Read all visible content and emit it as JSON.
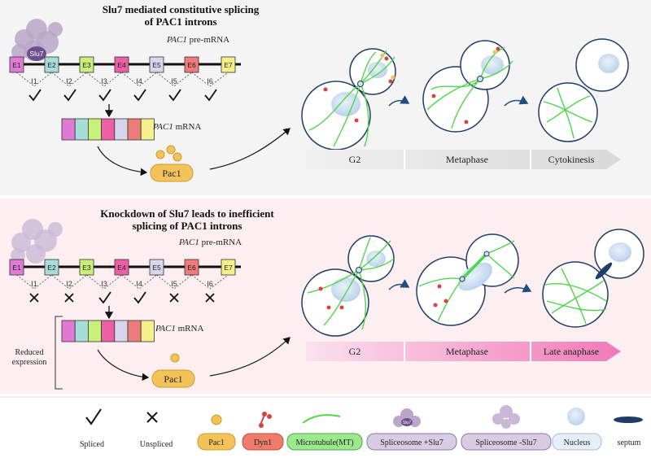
{
  "panel_normal": {
    "title_line1": "Slu7 mediated constitutive splicing",
    "title_line2": "of PAC1 introns",
    "premrna_gene": "PAC1",
    "premrna_suffix": "pre-mRNA",
    "mrna_gene": "PAC1",
    "mrna_suffix": "mRNA",
    "protein": "Pac1",
    "spliceosome_tag": "Slu7",
    "exons": [
      "E1",
      "E2",
      "E3",
      "E4",
      "E5",
      "E6",
      "E7"
    ],
    "introns": [
      "I1",
      "I2",
      "I3",
      "I4",
      "I5",
      "I6"
    ],
    "intron_marks": [
      "check",
      "check",
      "check",
      "check",
      "check",
      "check"
    ],
    "phases": [
      "G2",
      "Metaphase",
      "Cytokinesis"
    ]
  },
  "panel_knockdown": {
    "title_line1": "Knockdown of Slu7 leads to inefficient",
    "title_line2": "splicing of PAC1 introns",
    "premrna_gene": "PAC1",
    "premrna_suffix": "pre-mRNA",
    "mrna_gene": "PAC1",
    "mrna_suffix": "mRNA",
    "protein": "Pac1",
    "reduced_line1": "Reduced",
    "reduced_line2": "expression",
    "exons": [
      "E1",
      "E2",
      "E3",
      "E4",
      "E5",
      "E6",
      "E7"
    ],
    "introns": [
      "I1",
      "I2",
      "I3",
      "I4",
      "I5",
      "I6"
    ],
    "intron_marks": [
      "cross",
      "cross",
      "check",
      "check",
      "cross",
      "cross"
    ],
    "phases": [
      "G2",
      "Metaphase",
      "Late anaphase"
    ]
  },
  "legend": {
    "spliced": "Spliced",
    "unspliced": "Unspliced",
    "pac1": "Pac1",
    "dyn1": "Dyn1",
    "microtubule": "Microtubule(MT)",
    "spliceosome_plus": "Spliceosome +Slu7",
    "spliceosome_plus_tag": "Slu7",
    "spliceosome_minus": "Spliceosome -Slu7",
    "nucleus": "Nucleus",
    "septum": "septum"
  },
  "colors": {
    "exons": [
      "#e07ad6",
      "#a8dcd8",
      "#c9f07a",
      "#ee5fa6",
      "#d8d6ee",
      "#ef7b7b",
      "#f4f08a"
    ],
    "microtubule": "#4fd64a",
    "pac1": "#f3c35a",
    "dyn1": "#d9433f",
    "spliceosome": "#b9a6c9",
    "nucleus": "#cfe0f2",
    "cell_outline": "#1f3d66",
    "septum": "#1f3d66",
    "knockdown_bg": "#fdeff0",
    "normal_bg": "#f4f4f4"
  }
}
